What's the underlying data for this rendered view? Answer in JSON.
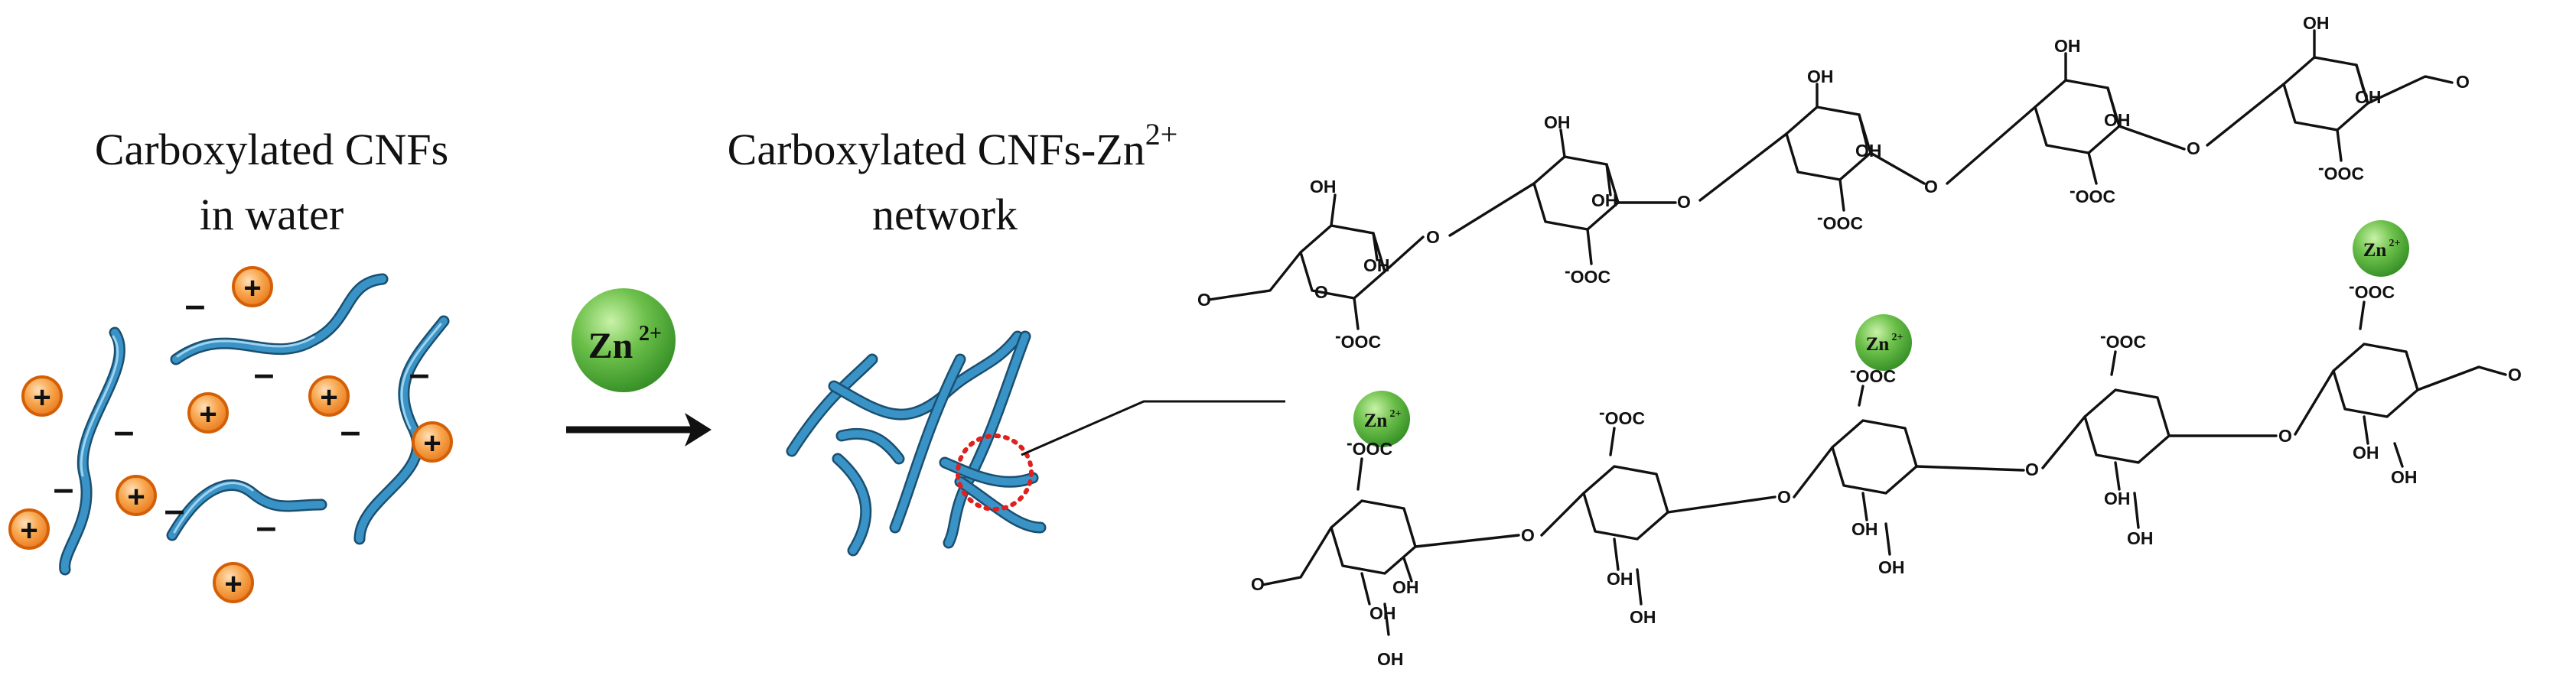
{
  "labels": {
    "left_title_line1": "Carboxylated CNFs",
    "left_title_line2": "in water",
    "mid_title_line1": "Carboxylated CNFs-Zn",
    "mid_title_sup": "2+",
    "mid_title_line2": "network",
    "zn_ion": "Zn",
    "zn_ion_charge": "2+",
    "hydroxyl": "OH",
    "carboxylate": "OOC",
    "carboxylate_minus": "-",
    "linker_oxygen": "O",
    "plus_sign": "+",
    "minus_sign": "–"
  },
  "colors": {
    "fiber": "#3a93c6",
    "plus_ion_fill": "#f39a3c",
    "plus_ion_stroke": "#d45f06",
    "zn_fill": "#6cc04a",
    "zn_dark": "#2f8a22",
    "bond": "#111111"
  },
  "icons": {
    "reaction_arrow": "right-arrow",
    "zoom_marker": "dotted-circle"
  }
}
